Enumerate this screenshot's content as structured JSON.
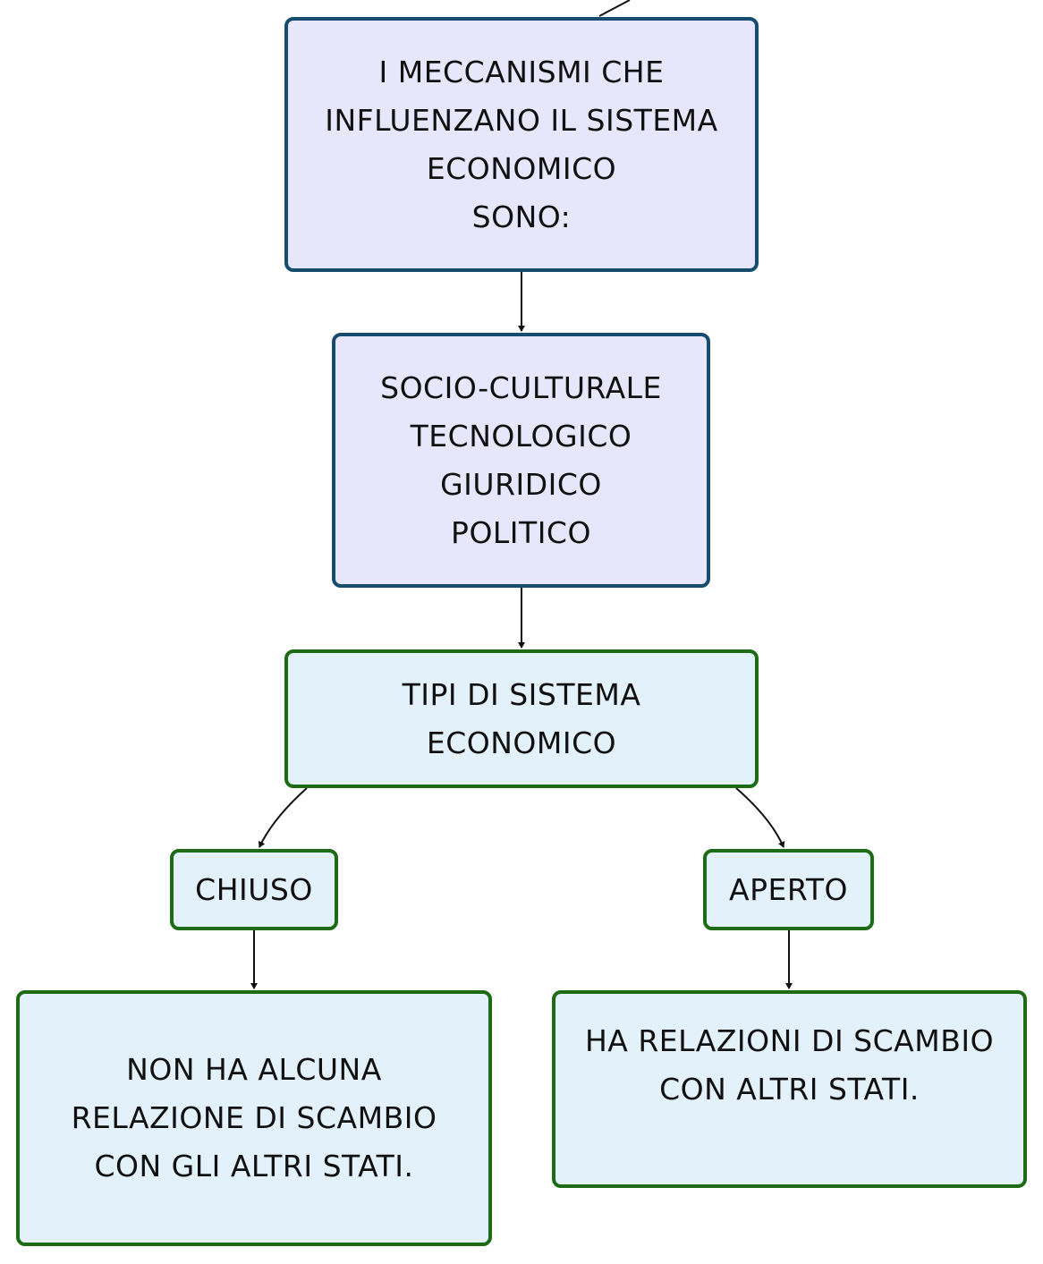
{
  "nodes": {
    "main": {
      "lines": [
        "I MECCANISMI CHE",
        "INFLUENZANO IL SISTEMA",
        "ECONOMICO",
        "SONO:"
      ]
    },
    "factors": {
      "lines": [
        "SOCIO-CULTURALE",
        "TECNOLOGICO",
        "GIURIDICO",
        "POLITICO"
      ]
    },
    "types": {
      "lines": [
        "TIPI DI SISTEMA",
        "ECONOMICO"
      ]
    },
    "closed": {
      "label": "CHIUSO"
    },
    "open": {
      "label": "APERTO"
    },
    "closed_desc": {
      "lines": [
        "NON HA ALCUNA",
        "RELAZIONE DI SCAMBIO",
        "CON GLI ALTRI STATI."
      ]
    },
    "open_desc": {
      "lines": [
        "HA RELAZIONI DI SCAMBIO",
        "CON ALTRI STATI."
      ]
    }
  },
  "colors": {
    "blue_fill": "#e8e6fb",
    "blue_border": "#164c6e",
    "green_fill": "#e3f1fb",
    "green_border": "#1d6b15",
    "connector": "#111111"
  }
}
